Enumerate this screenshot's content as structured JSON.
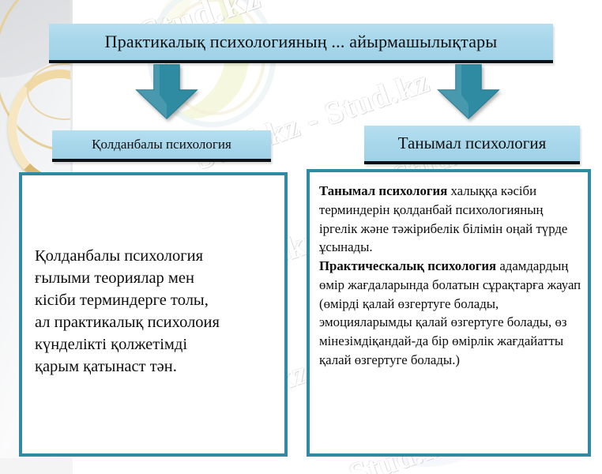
{
  "slide": {
    "title": "Практикалық психологияның ... айырмашылықтары",
    "colors": {
      "chip_fill": "#a8d7eb",
      "panel_border": "#2f8ba2",
      "arrow_fill": "#2f8ba2",
      "text": "#0d0d0d",
      "band_gold": "#e7cf9a"
    }
  },
  "branches": {
    "left": {
      "heading": "Қолданбалы психология",
      "body_lines": [
        "Қолданбалы психология",
        "ғылыми теориялар мен",
        "кісіби терминдерге толы,",
        "ал практикалық психолоия",
        "күнделікті қолжетімді",
        "қарым қатынаст тән."
      ]
    },
    "right": {
      "heading": "Танымал психология",
      "paragraph1": {
        "bold": "Танымал психология",
        "rest": " халыққа кәсіби терминдерін қолданбай психологияның іргелік және тәжірибелік білімін оңай түрде ұсынады."
      },
      "paragraph2": {
        "bold": "Практическалық психология",
        "rest": " адамдардың  өмір жағдаларында болатын сұрақтарға жауап (өмірді қалай өзгертуге болады, эмоцияларымды қалай өзгертуге болады, өз мінезімдіқандай-да бір өмірлік жағдайатты қалай өзгертуге болады.)"
      }
    }
  },
  "arrows": {
    "left_label": "down-arrow-left",
    "right_label": "down-arrow-right"
  },
  "watermarks": {
    "w1": "Stud.kz",
    "w2": "Stud.kz - Stud.kz",
    "w3": "Stud.kz - Stud.kz",
    "w4": "Stud.kz",
    "w5": "Stud.kz",
    "w6": "Stud.kz",
    "w7": "Stud.kz"
  }
}
